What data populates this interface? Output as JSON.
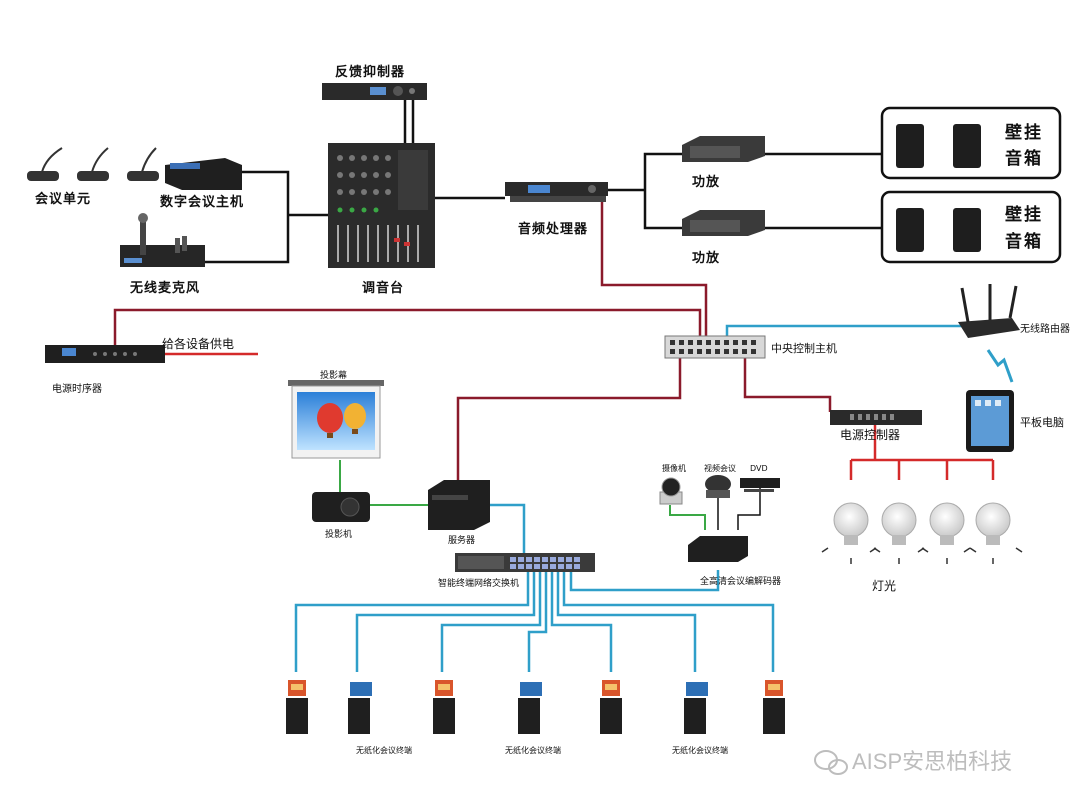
{
  "labels": {
    "feedback_suppressor": "反馈抑制器",
    "conference_unit": "会议单元",
    "digital_conference_host": "数字会议主机",
    "wireless_mic": "无线麦克风",
    "mixer": "调音台",
    "audio_processor": "音频处理器",
    "amplifier_1": "功放",
    "amplifier_2": "功放",
    "wall_speaker_1_line1": "壁挂",
    "wall_speaker_1_line2": "音箱",
    "wall_speaker_2_line1": "壁挂",
    "wall_speaker_2_line2": "音箱",
    "power_sequencer": "电源时序器",
    "power_supply_note": "给各设备供电",
    "central_controller": "中央控制主机",
    "wireless_router": "无线路由器",
    "tablet": "平板电脑",
    "power_controller": "电源控制器",
    "lighting": "灯光",
    "projection_screen": "投影幕",
    "projector": "投影机",
    "server": "服务器",
    "camera": "摄像机",
    "video_conference": "视频会议",
    "dvd": "DVD",
    "switch": "智能终端网络交换机",
    "hd_codec": "全高清会议编解码器",
    "paperless_terminal_1": "无纸化会议终端",
    "paperless_terminal_2": "无纸化会议终端",
    "paperless_terminal_3": "无纸化会议终端",
    "watermark": "AISP安思柏科技"
  },
  "colors": {
    "audio_line": "#111111",
    "power_line": "#8b1a2b",
    "power_line_bright": "#d42a2a",
    "network_line": "#2f9fc9",
    "video_line": "#3aa845",
    "device_dark": "#2a2a2a"
  }
}
